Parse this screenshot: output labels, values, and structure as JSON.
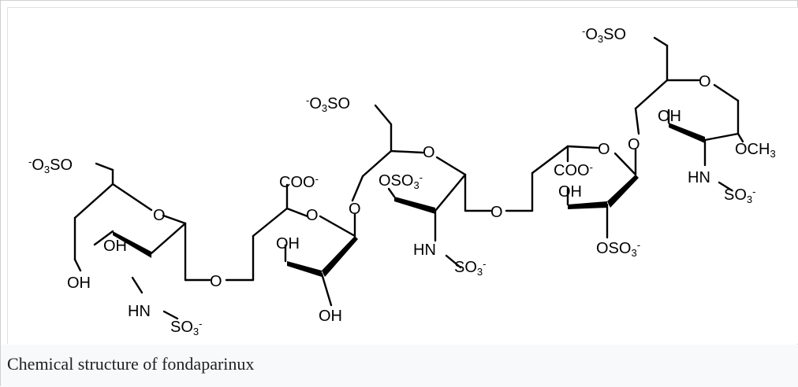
{
  "caption": "Chemical structure of fondaparinux",
  "labels": [
    {
      "id": "r1-sulfate",
      "parts": [
        [
          "-",
          "p"
        ],
        [
          "O",
          ""
        ],
        [
          "3",
          "s"
        ],
        [
          "SO",
          ""
        ]
      ]
    },
    {
      "id": "r1-ring-o",
      "parts": [
        [
          "O",
          ""
        ]
      ]
    },
    {
      "id": "r1-oh-a",
      "parts": [
        [
          "OH",
          ""
        ]
      ]
    },
    {
      "id": "r1-oh-b",
      "parts": [
        [
          "OH",
          ""
        ]
      ]
    },
    {
      "id": "r1-hn",
      "parts": [
        [
          "HN",
          ""
        ]
      ]
    },
    {
      "id": "r1-nso3",
      "parts": [
        [
          "SO",
          ""
        ],
        [
          "3",
          "s"
        ],
        [
          "-",
          "p"
        ]
      ]
    },
    {
      "id": "link1-o",
      "parts": [
        [
          "O",
          ""
        ]
      ]
    },
    {
      "id": "r2-coo",
      "parts": [
        [
          "COO",
          ""
        ],
        [
          "-",
          "p"
        ]
      ]
    },
    {
      "id": "r2-ring-o",
      "parts": [
        [
          "O",
          ""
        ]
      ]
    },
    {
      "id": "r2-oh-a",
      "parts": [
        [
          "OH",
          ""
        ]
      ]
    },
    {
      "id": "r2-oh-b",
      "parts": [
        [
          "OH",
          ""
        ]
      ]
    },
    {
      "id": "link2-o",
      "parts": [
        [
          "O",
          ""
        ]
      ]
    },
    {
      "id": "r3-sulfate",
      "parts": [
        [
          "-",
          "p"
        ],
        [
          "O",
          ""
        ],
        [
          "3",
          "s"
        ],
        [
          "SO",
          ""
        ]
      ]
    },
    {
      "id": "r3-ring-o",
      "parts": [
        [
          "O",
          ""
        ]
      ]
    },
    {
      "id": "r3-oso3",
      "parts": [
        [
          "OSO",
          ""
        ],
        [
          "3",
          "s"
        ],
        [
          "-",
          "p"
        ]
      ]
    },
    {
      "id": "r3-hn",
      "parts": [
        [
          "HN",
          ""
        ]
      ]
    },
    {
      "id": "r3-nso3",
      "parts": [
        [
          "SO",
          ""
        ],
        [
          "3",
          "s"
        ],
        [
          "-",
          "p"
        ]
      ]
    },
    {
      "id": "link3-o",
      "parts": [
        [
          "O",
          ""
        ]
      ]
    },
    {
      "id": "r4-ring-o",
      "parts": [
        [
          "O",
          ""
        ]
      ]
    },
    {
      "id": "r4-coo",
      "parts": [
        [
          "COO",
          ""
        ],
        [
          "-",
          "p"
        ]
      ]
    },
    {
      "id": "r4-oh",
      "parts": [
        [
          "OH",
          ""
        ]
      ]
    },
    {
      "id": "r4-oso3",
      "parts": [
        [
          "OSO",
          ""
        ],
        [
          "3",
          "s"
        ],
        [
          "-",
          "p"
        ]
      ]
    },
    {
      "id": "link4-o",
      "parts": [
        [
          "O",
          ""
        ]
      ]
    },
    {
      "id": "r5-sulfate",
      "parts": [
        [
          "-",
          "p"
        ],
        [
          "O",
          ""
        ],
        [
          "3",
          "s"
        ],
        [
          "SO",
          ""
        ]
      ]
    },
    {
      "id": "r5-ring-o",
      "parts": [
        [
          "O",
          ""
        ]
      ]
    },
    {
      "id": "r5-oh",
      "parts": [
        [
          "OH",
          ""
        ]
      ]
    },
    {
      "id": "r5-och3",
      "parts": [
        [
          "OCH",
          ""
        ],
        [
          "3",
          "s"
        ]
      ]
    },
    {
      "id": "r5-hn",
      "parts": [
        [
          "HN",
          ""
        ]
      ]
    },
    {
      "id": "r5-nso3",
      "parts": [
        [
          "SO",
          ""
        ],
        [
          "3",
          "s"
        ],
        [
          "-",
          "p"
        ]
      ]
    }
  ]
}
